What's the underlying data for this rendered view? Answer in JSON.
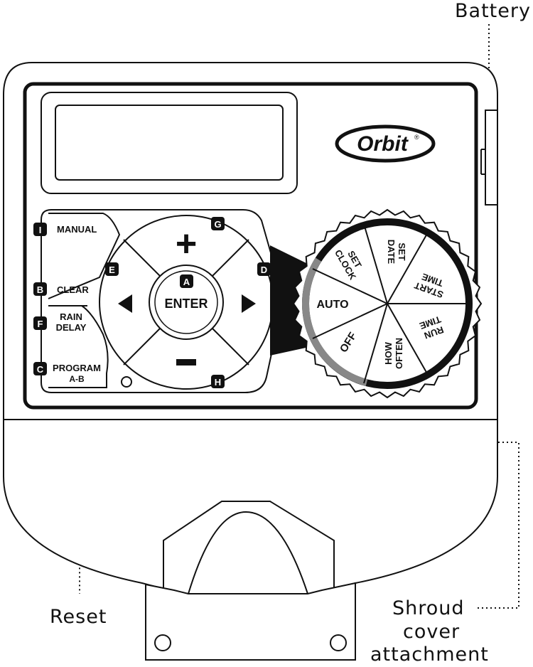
{
  "callouts": {
    "battery": "Battery",
    "reset": "Reset",
    "shroud_line1": "Shroud",
    "shroud_line2": "cover",
    "shroud_line3": "attachment"
  },
  "logo": {
    "text": "Orbit",
    "mark": "®"
  },
  "buttons": {
    "manual": {
      "key": "I",
      "label": "MANUAL"
    },
    "clear": {
      "key": "B",
      "label": "CLEAR"
    },
    "rain_delay": {
      "key": "F",
      "label_line1": "RAIN",
      "label_line2": "DELAY"
    },
    "program": {
      "key": "C",
      "label_line1": "PROGRAM",
      "label_line2": "A-B"
    }
  },
  "keypad": {
    "enter": {
      "key": "A",
      "label": "ENTER"
    },
    "plus": {
      "key": "G",
      "symbol": "+"
    },
    "minus": {
      "key": "H",
      "symbol": "–"
    },
    "left": {
      "key": "E",
      "symbol": "◀"
    },
    "right": {
      "key": "D",
      "symbol": "▶"
    }
  },
  "dial": {
    "auto": "AUTO",
    "off": "OFF",
    "set_clock_1": "SET",
    "set_clock_2": "CLOCK",
    "set_date_1": "SET",
    "set_date_2": "DATE",
    "start_time_1": "START",
    "start_time_2": "TIME",
    "run_time_1": "RUN",
    "run_time_2": "TIME",
    "how_often_1": "HOW",
    "how_often_2": "OFTEN"
  }
}
